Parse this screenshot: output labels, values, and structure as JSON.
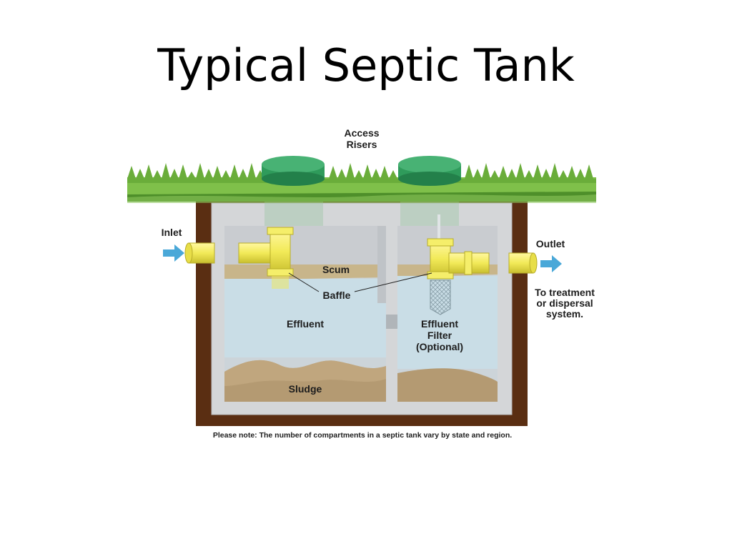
{
  "title": "Typical Septic Tank",
  "labels": {
    "access_risers_line1": "Access",
    "access_risers_line2": "Risers",
    "inlet": "Inlet",
    "outlet": "Outlet",
    "scum": "Scum",
    "baffle": "Baffle",
    "effluent": "Effluent",
    "effluent_filter_line1": "Effluent",
    "effluent_filter_line2": "Filter",
    "effluent_filter_line3": "(Optional)",
    "sludge": "Sludge",
    "treatment_line1": "To treatment",
    "treatment_line2": "or dispersal",
    "treatment_line3": "system."
  },
  "note": "Please note: The number of compartments in a septic tank vary by state and region.",
  "colors": {
    "grass": "#7fc04a",
    "grass_dark": "#4e8f2a",
    "soil": "#5a2e12",
    "tank_wall": "#d4d6d8",
    "water": "#c9dde6",
    "scum": "#c8b58a",
    "sludge": "#b49a72",
    "pipe": "#f2ea58",
    "riser": "#2f9b5b",
    "arrow": "#4aa8d8"
  }
}
